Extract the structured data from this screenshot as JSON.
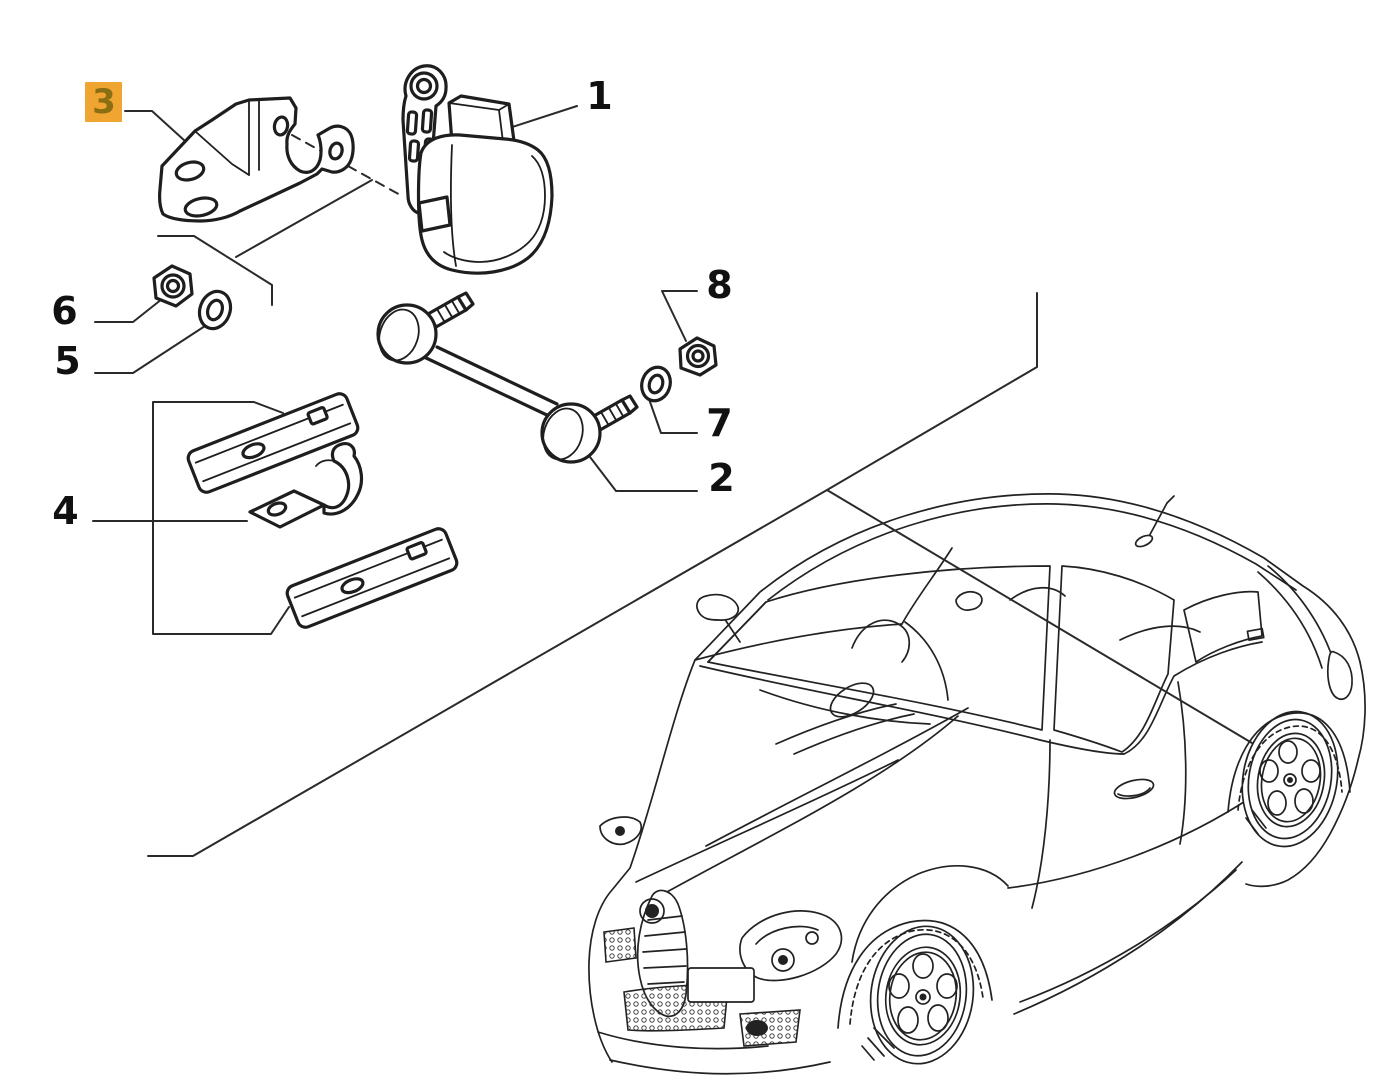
{
  "callouts": [
    {
      "label": "1",
      "part": "ride-height-sensor",
      "highlighted": false
    },
    {
      "label": "2",
      "part": "sensor-link-rod",
      "highlighted": false
    },
    {
      "label": "3",
      "part": "sensor-mounting-bracket",
      "highlighted": true
    },
    {
      "label": "4",
      "part": "mounting-rail-and-clamp-kit",
      "highlighted": false
    },
    {
      "label": "5",
      "part": "washer-left",
      "highlighted": false
    },
    {
      "label": "6",
      "part": "nut-left",
      "highlighted": false
    },
    {
      "label": "7",
      "part": "washer-right",
      "highlighted": false
    },
    {
      "label": "8",
      "part": "nut-right",
      "highlighted": false
    }
  ],
  "vehicle": {
    "illustration": "hatchback-three-quarter-front-line-art",
    "pointer_target": "rear-wheel-suspension-area"
  },
  "colors": {
    "line": "#1e1e1e",
    "background": "#ffffff",
    "highlight_bg": "#f0a532",
    "highlight_fg": "#8a6e12"
  }
}
